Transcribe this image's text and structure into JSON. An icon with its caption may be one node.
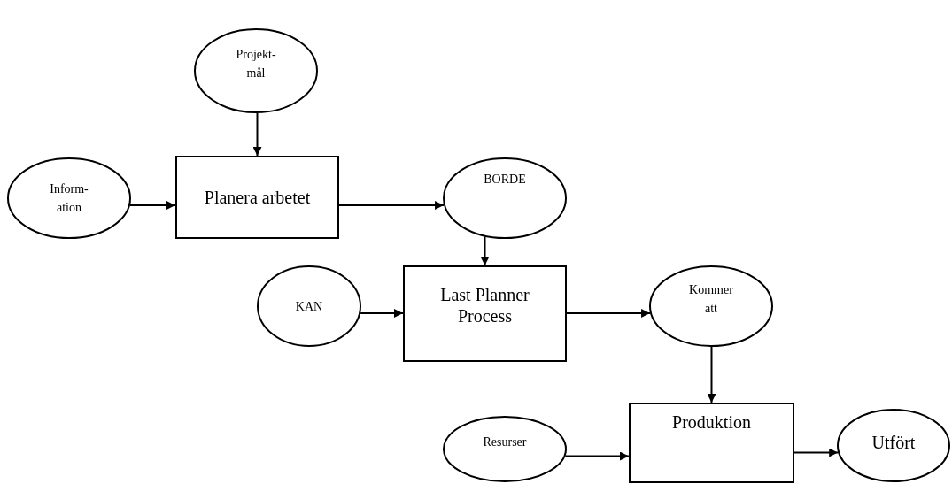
{
  "diagram": {
    "nodes": [
      {
        "text": [
          "Projekt- mål"
        ]
      },
      {
        "text": [
          "Inform- ation"
        ]
      },
      {
        "text": [
          "Planera arbetet"
        ]
      },
      {
        "text": [
          "BORDE"
        ]
      },
      {
        "text": [
          "KAN"
        ]
      },
      {
        "text": [
          "Last Planner Process"
        ]
      },
      {
        "text": [
          "Kommer att"
        ]
      },
      {
        "text": [
          "Resurser"
        ]
      },
      {
        "text": [
          "Produktion"
        ]
      },
      {
        "text": [
          "Utfört"
        ]
      }
    ],
    "edges": [
      {
        "from": 0,
        "to": 2,
        "arrow": "to"
      },
      {
        "from": 1,
        "to": 2,
        "arrow": "to"
      },
      {
        "from": 2,
        "to": 3,
        "arrow": "to"
      },
      {
        "from": 3,
        "to": 5,
        "arrow": "to"
      },
      {
        "from": 4,
        "to": 5,
        "arrow": "to"
      },
      {
        "from": 5,
        "to": 6,
        "arrow": "to"
      },
      {
        "from": 6,
        "to": 8,
        "arrow": "to"
      },
      {
        "from": 7,
        "to": 8,
        "arrow": "to"
      },
      {
        "from": 8,
        "to": 9,
        "arrow": "to"
      }
    ]
  }
}
